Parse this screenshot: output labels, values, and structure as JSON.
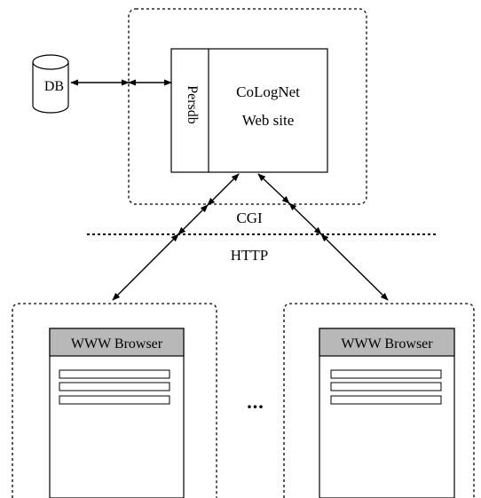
{
  "database": {
    "label": "DB"
  },
  "server": {
    "module_label": "Persdb",
    "title_line1": "CoLogNet",
    "title_line2": "Web site"
  },
  "interfaces": {
    "upper_label": "CGI",
    "lower_label": "HTTP"
  },
  "clients": [
    {
      "browser_title": "WWW Browser"
    },
    {
      "browser_title": "WWW Browser"
    }
  ],
  "ellipsis": "...",
  "colors": {
    "browser_header": "#b8b8b8",
    "line": "#000000",
    "background": "#ffffff"
  }
}
